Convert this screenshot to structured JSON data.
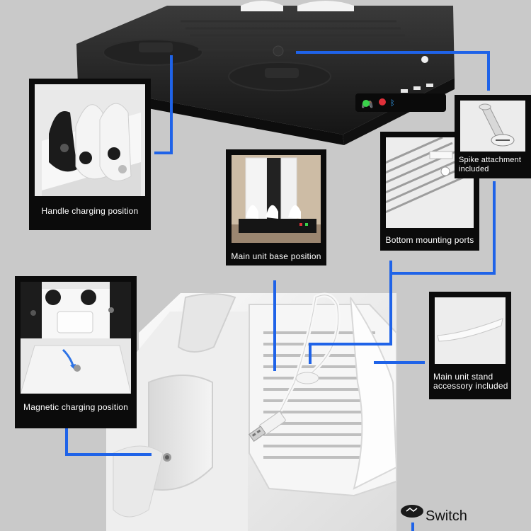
{
  "labels": {
    "handle_charging": "Handle charging position",
    "main_unit_base": "Main unit base position",
    "bottom_mounting": "Bottom mounting ports",
    "spike_attachment": "Spike attachment included",
    "magnetic_charging": "Magnetic charging position",
    "main_unit_stand": "Main unit stand accessory included",
    "switch": "Switch"
  },
  "colors": {
    "background": "#c9c9c9",
    "callout_line": "#1f63e8",
    "panel_frame": "#0b0b0b",
    "dock_body": "#1a1a1a",
    "dock_white": "#f1f1f1",
    "indicator_green": "#3ad14a",
    "indicator_red": "#e0303a",
    "indicator_blue": "#36a8ff"
  }
}
